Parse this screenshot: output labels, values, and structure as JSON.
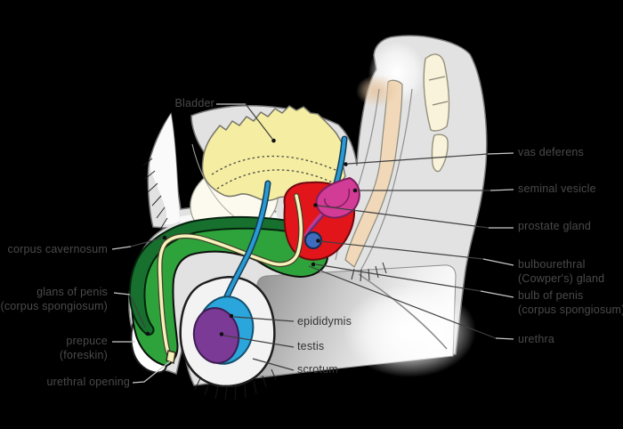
{
  "diagram": {
    "background_color": "#000000",
    "labels": {
      "bladder": "Bladder",
      "vas_deferens": "vas deferens",
      "seminal_vesicle": "seminal vesicle",
      "prostate_gland": "prostate gland",
      "bulbourethral_line1": "bulbourethral",
      "bulbourethral_line2": "(Cowper's) gland",
      "bulb_of_penis_line1": "bulb of penis",
      "bulb_of_penis_line2": "(corpus spongiosum)",
      "urethra": "urethra",
      "corpus_cavernosum": "corpus cavernosum",
      "glans_line1": "glans of penis",
      "glans_line2": "(corpus spongiosum)",
      "prepuce_line1": "prepuce",
      "prepuce_line2": "(foreskin)",
      "urethral_opening": "urethral opening",
      "epididymis": "epididymis",
      "testis": "testis",
      "scrotum": "scrotum"
    },
    "colors": {
      "body": "#e2e2e2",
      "bladder": "#f4eda2",
      "prostate": "#e2151b",
      "seminal_vesicle": "#d33c96",
      "vas_deferens": "#2a9ad4",
      "bulbourethral_gland": "#3e6cbe",
      "corpus_cavernosum": "#17702d",
      "corpus_spongiosum": "#2ea33c",
      "urethra": "#f6f2bc",
      "testis": "#7b3a96",
      "epididymis": "#2aa6dc",
      "rectum": "#f0d8b8",
      "bone": "#f8f3da",
      "label_text_gray": "#4a4a4a",
      "label_text_dark": "#333333"
    }
  }
}
